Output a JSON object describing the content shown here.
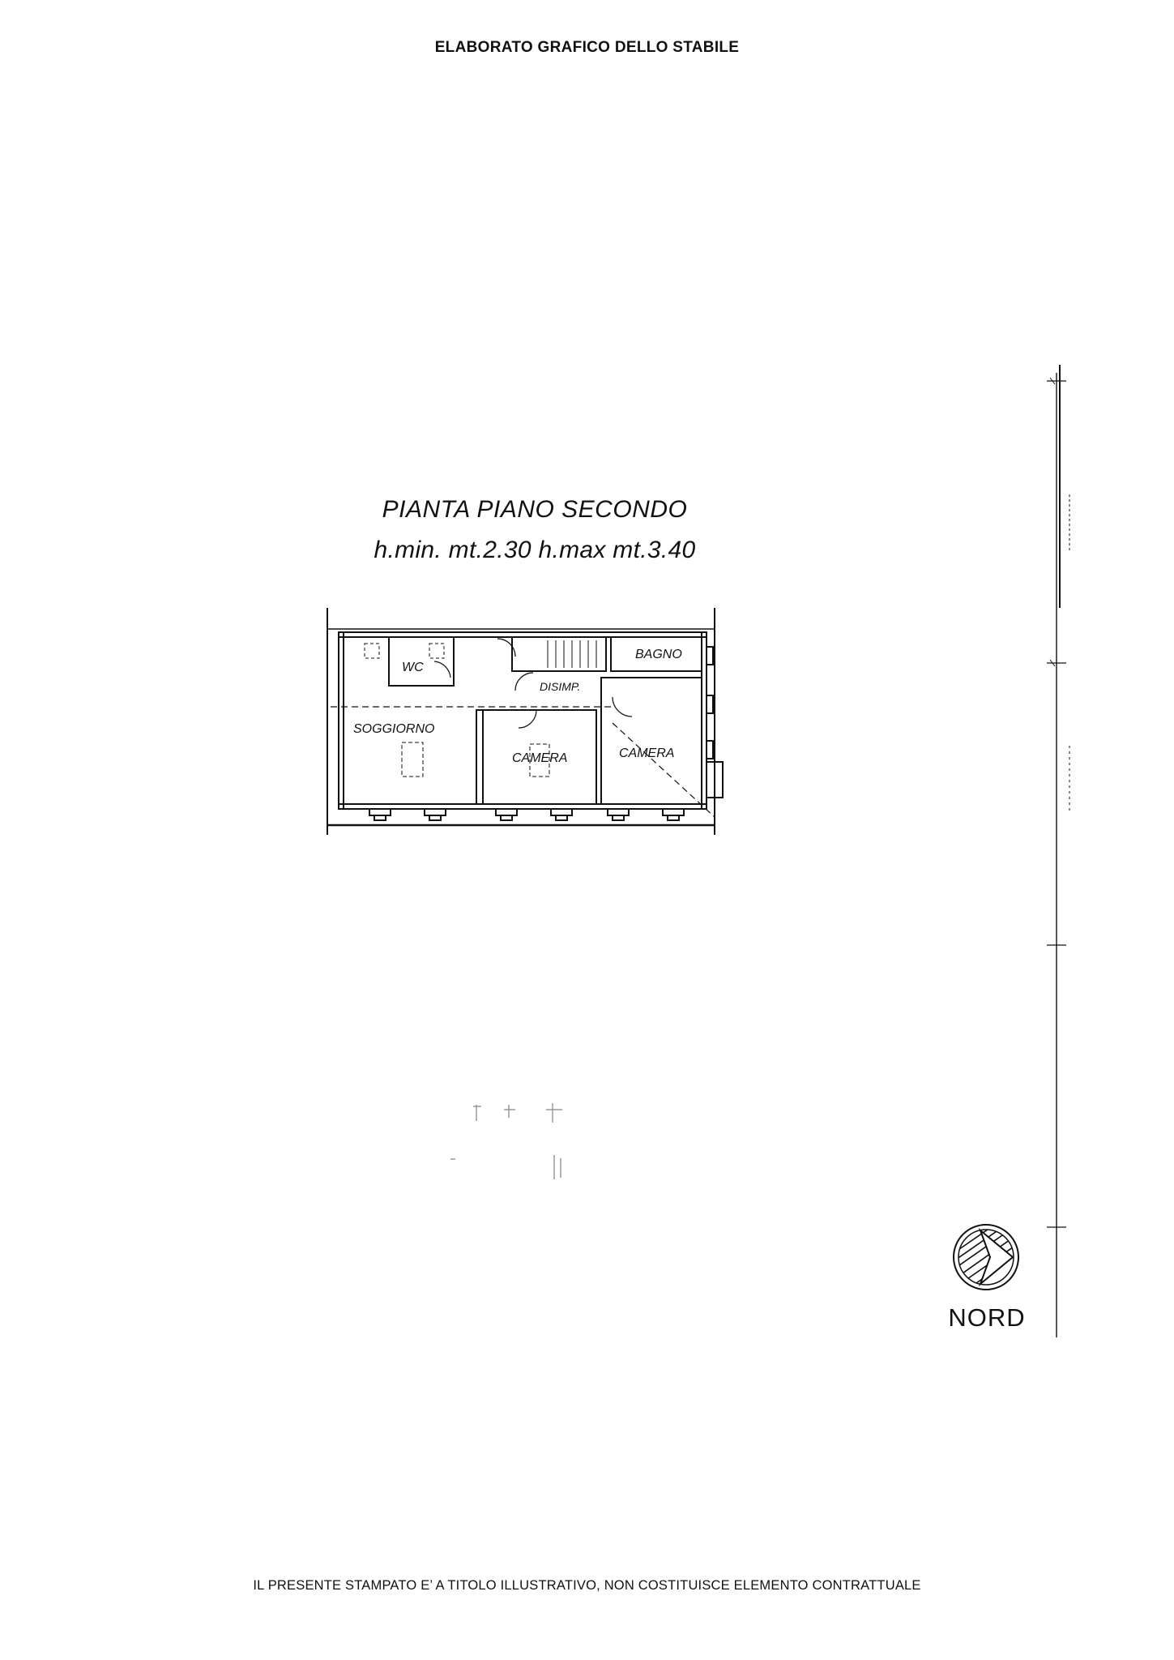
{
  "header": {
    "title": "ELABORATO GRAFICO DELLO STABILE"
  },
  "plan": {
    "title": "PIANTA PIANO SECONDO",
    "heights": "h.min. mt.2.30  h.max mt.3.40",
    "rooms": {
      "soggiorno": "SOGGIORNO",
      "wc": "WC",
      "disimp": "DISIMP.",
      "bagno": "BAGNO",
      "camera_1": "CAMERA",
      "camera_2": "CAMERA"
    }
  },
  "compass": {
    "label": "NORD",
    "icon": "north-arrow-icon"
  },
  "footer": {
    "note": "IL PRESENTE STAMPATO E’ A TITOLO ILLUSTRATIVO, NON COSTITUISCE ELEMENTO CONTRATTUALE"
  }
}
